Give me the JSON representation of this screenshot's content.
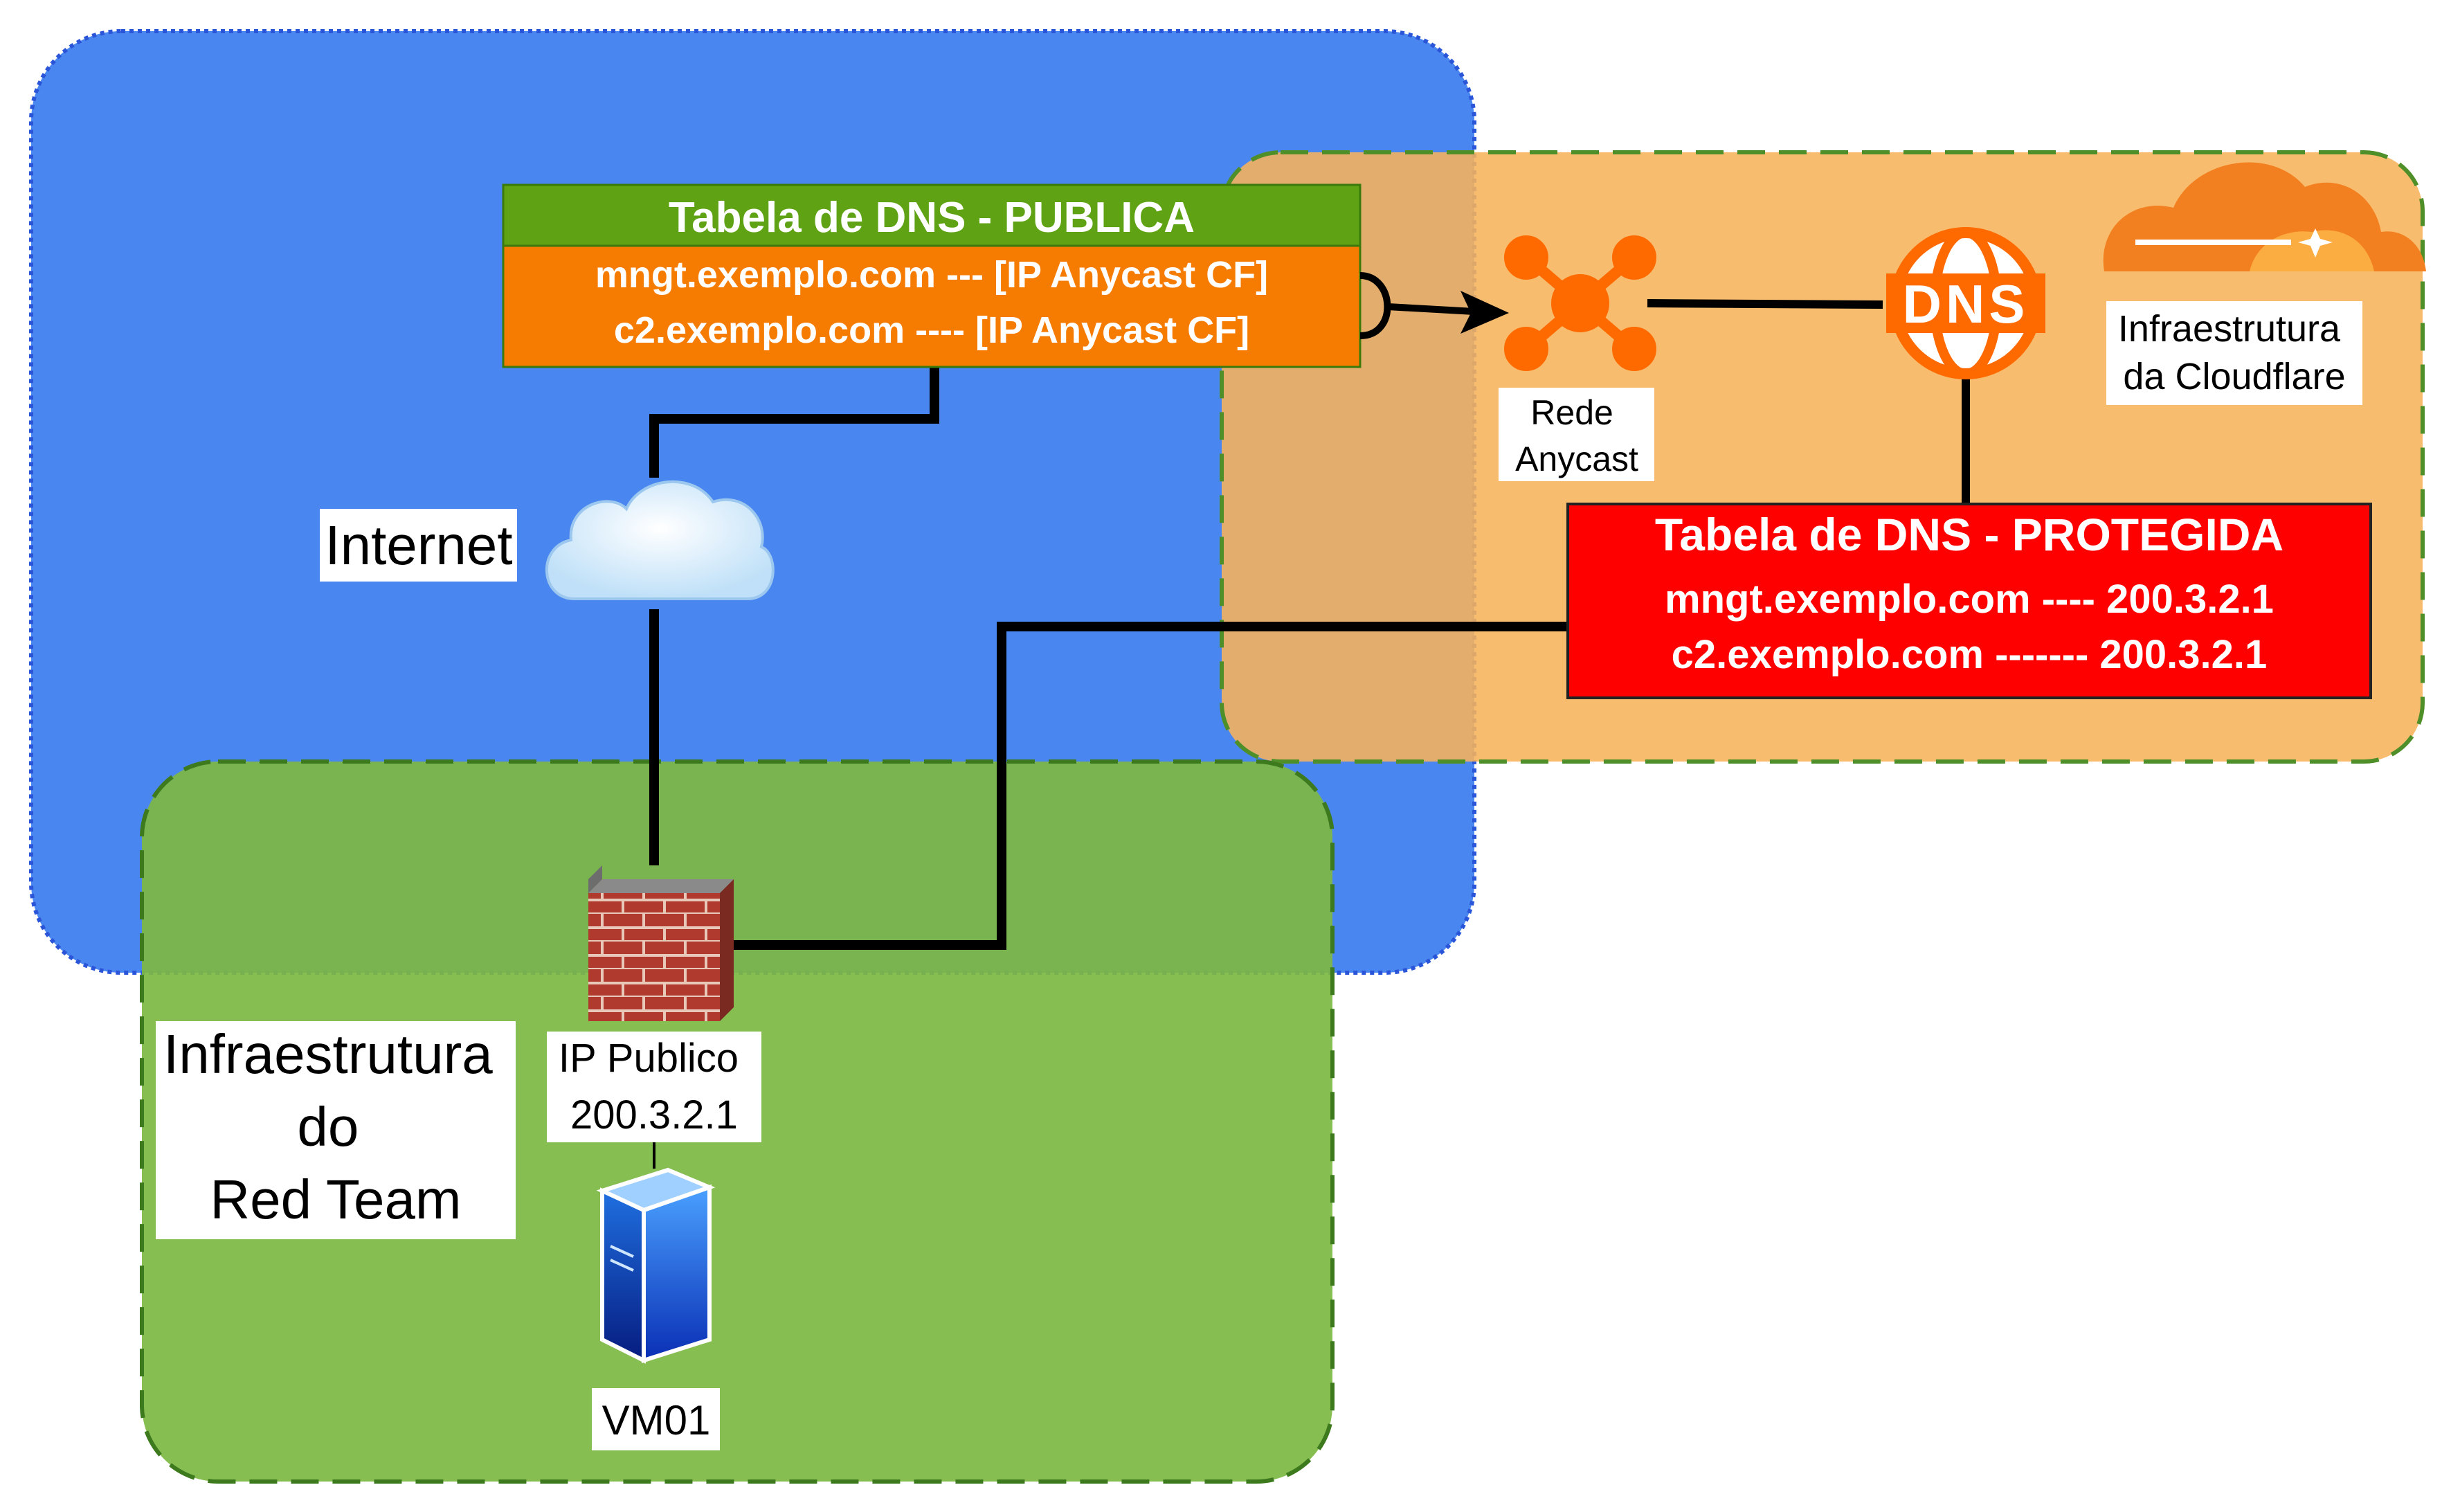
{
  "zones": {
    "internet": {
      "label": "Internet",
      "color": "#4a86f0"
    },
    "cloudflare": {
      "label": "Infraestrutura\nda Cloudflare",
      "color": "#f7b35a"
    },
    "red_team": {
      "label": "Infraestrutura\ndo\nRed Team",
      "color": "#7db843"
    }
  },
  "public_dns": {
    "title": "Tabela de DNS - PUBLICA",
    "rows": [
      "mngt.exemplo.com --- [IP Anycast CF]",
      "c2.exemplo.com ---- [IP Anycast CF]"
    ],
    "title_color": "#5fa315",
    "body_color": "#f57c00"
  },
  "protected_dns": {
    "title": "Tabela de DNS - PROTEGIDA",
    "rows": [
      "mngt.exemplo.com ---- 200.3.2.1",
      "c2.exemplo.com ------- 200.3.2.1"
    ],
    "color": "#ff0000"
  },
  "nodes": {
    "anycast": {
      "label": "Rede\nAnycast",
      "icon": "network-hub-icon"
    },
    "dns": {
      "label": "DNS",
      "icon": "dns-globe-icon"
    },
    "cloudflare_logo": {
      "icon": "cloudflare-cloud-icon"
    },
    "internet_cloud": {
      "icon": "cloud-icon"
    },
    "firewall": {
      "label": "IP Publico\n200.3.2.1",
      "icon": "firewall-icon"
    },
    "vm": {
      "label": "VM01",
      "icon": "server-icon"
    }
  }
}
